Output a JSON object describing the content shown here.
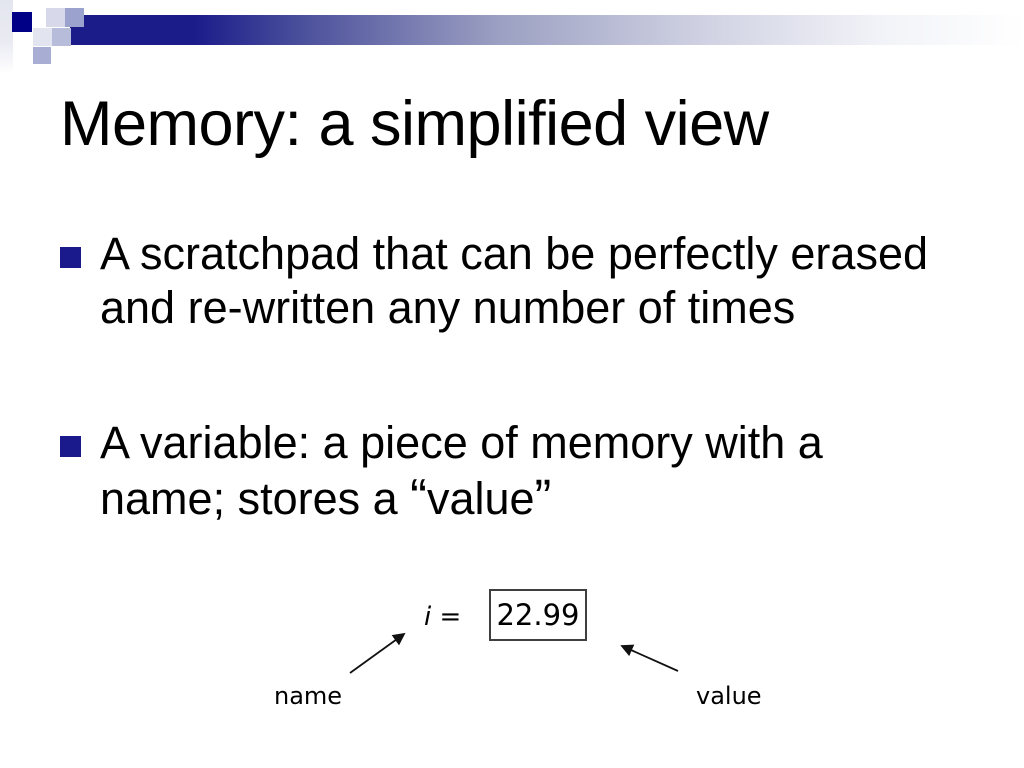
{
  "slide": {
    "title": "Memory: a simplified view"
  },
  "bullets": [
    {
      "line1": "A scratchpad that can be perfectly erased",
      "line2": "and re-written any number of times"
    },
    {
      "line1": "A variable: a piece of memory with a",
      "line2_prefix": "name; stores a ",
      "quote_open": "“",
      "quoted_word": "value",
      "quote_close": "”"
    }
  ],
  "diagram": {
    "var_name": "i",
    "equals": "=",
    "value": "22.99",
    "label_name": "name",
    "label_value": "value"
  },
  "colors": {
    "accent_navy": "#000087",
    "bar_gradient_start": "#1b1b8a",
    "bullet_square": "#1a1a8c",
    "text": "#000000",
    "box_border": "#3f3f3f",
    "deco_light": "#d7d9ea",
    "deco_medium": "#9ba2cd",
    "deco_pale": "#e2e4f0",
    "deco_mid_light": "#b7bcda",
    "deco_slate": "#a8aed3"
  }
}
